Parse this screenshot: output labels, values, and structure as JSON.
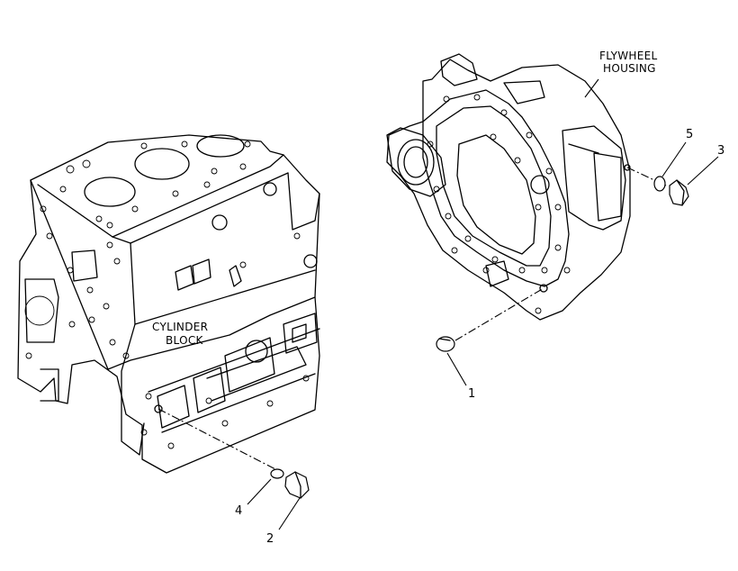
{
  "labels": {
    "cylinder_block": [
      "CYLINDER",
      "BLOCK"
    ],
    "flywheel_housing": [
      "FLYWHEEL",
      "HOUSING"
    ]
  },
  "callouts": [
    "1",
    "2",
    "3",
    "4",
    "5"
  ]
}
